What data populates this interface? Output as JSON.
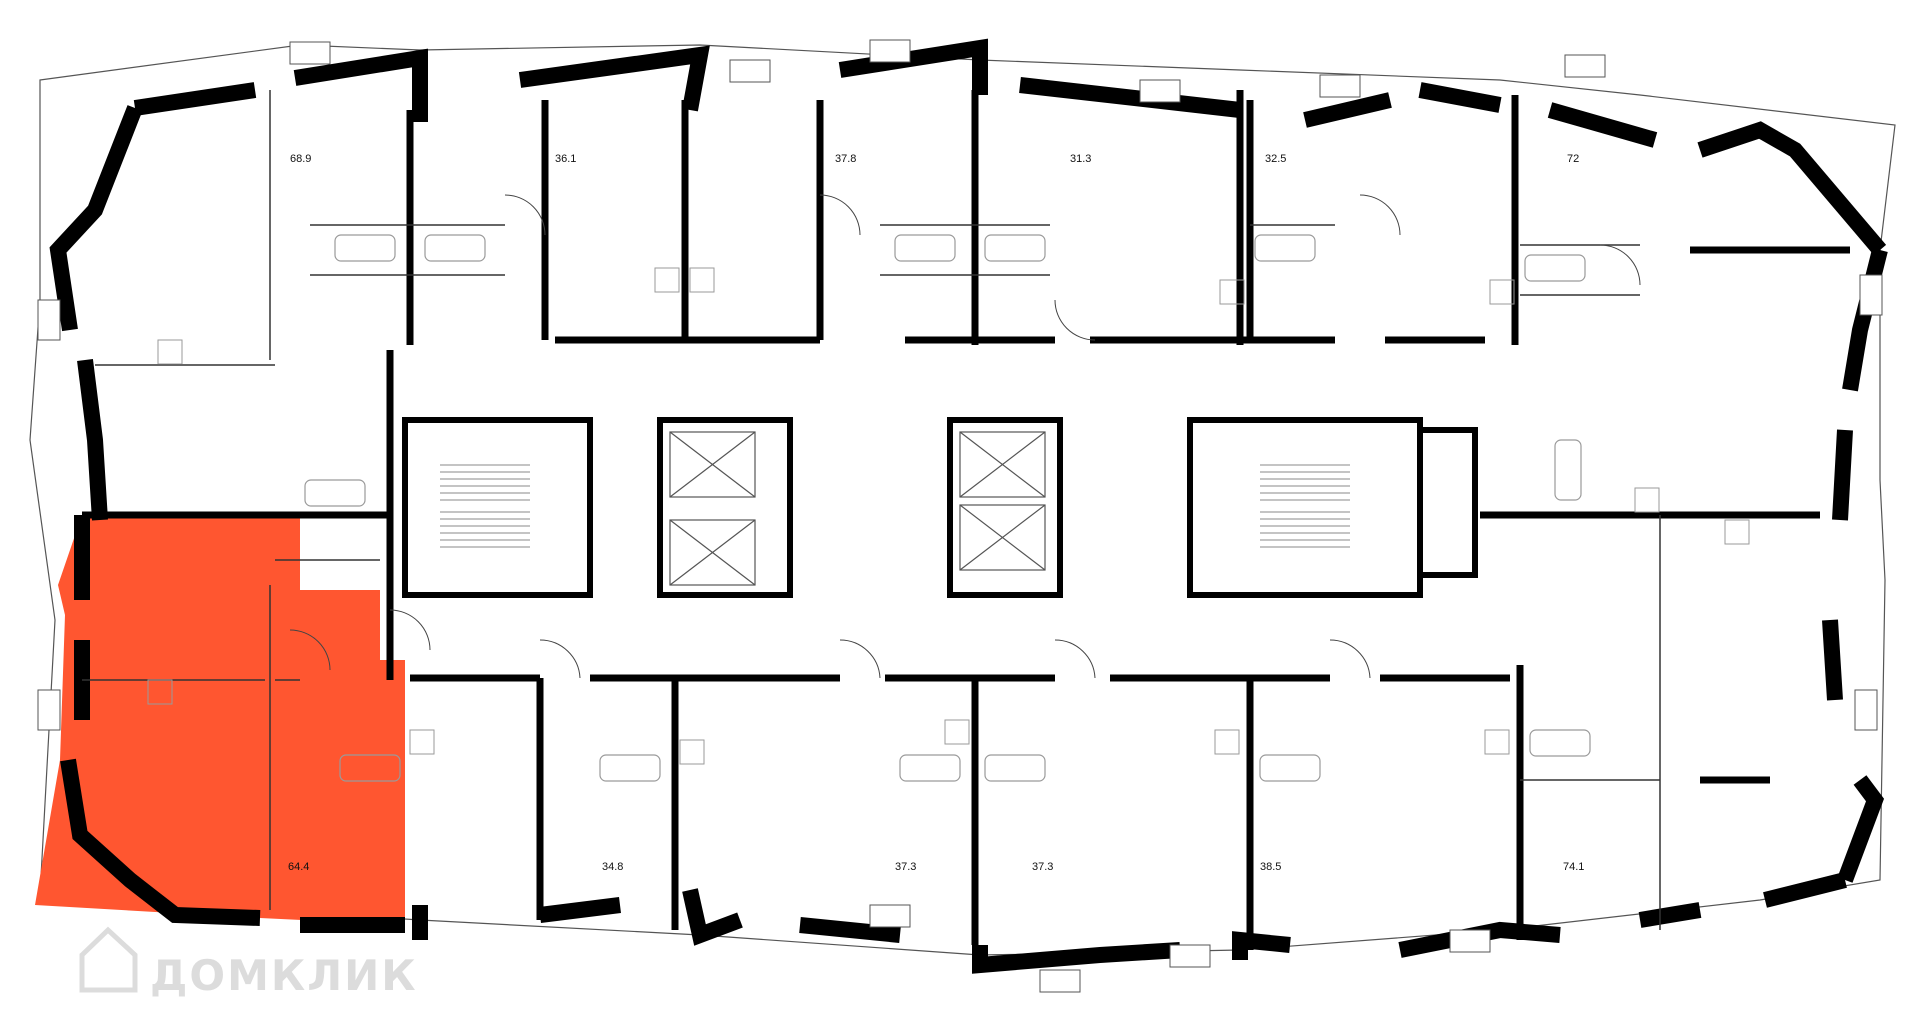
{
  "watermark": {
    "text": "ДОМКЛИК",
    "icon": "house-logo-icon"
  },
  "colors": {
    "highlight": "#ff5630",
    "wall": "#000000",
    "line": "#333333",
    "fixture": "#9a9a9a",
    "background": "#ffffff"
  },
  "selected_unit": "64.4",
  "apartments": [
    {
      "id": "apt-top-1",
      "area": "68.9"
    },
    {
      "id": "apt-top-2",
      "area": "36.1"
    },
    {
      "id": "apt-top-3",
      "area": "37.8"
    },
    {
      "id": "apt-top-4",
      "area": "31.3"
    },
    {
      "id": "apt-top-5",
      "area": "32.5"
    },
    {
      "id": "apt-top-6",
      "area": "72"
    },
    {
      "id": "apt-bottom-1",
      "area": "64.4"
    },
    {
      "id": "apt-bottom-2",
      "area": "34.8"
    },
    {
      "id": "apt-bottom-3",
      "area": "37.3"
    },
    {
      "id": "apt-bottom-4",
      "area": "37.3"
    },
    {
      "id": "apt-bottom-5",
      "area": "38.5"
    },
    {
      "id": "apt-bottom-6",
      "area": "74.1"
    }
  ]
}
